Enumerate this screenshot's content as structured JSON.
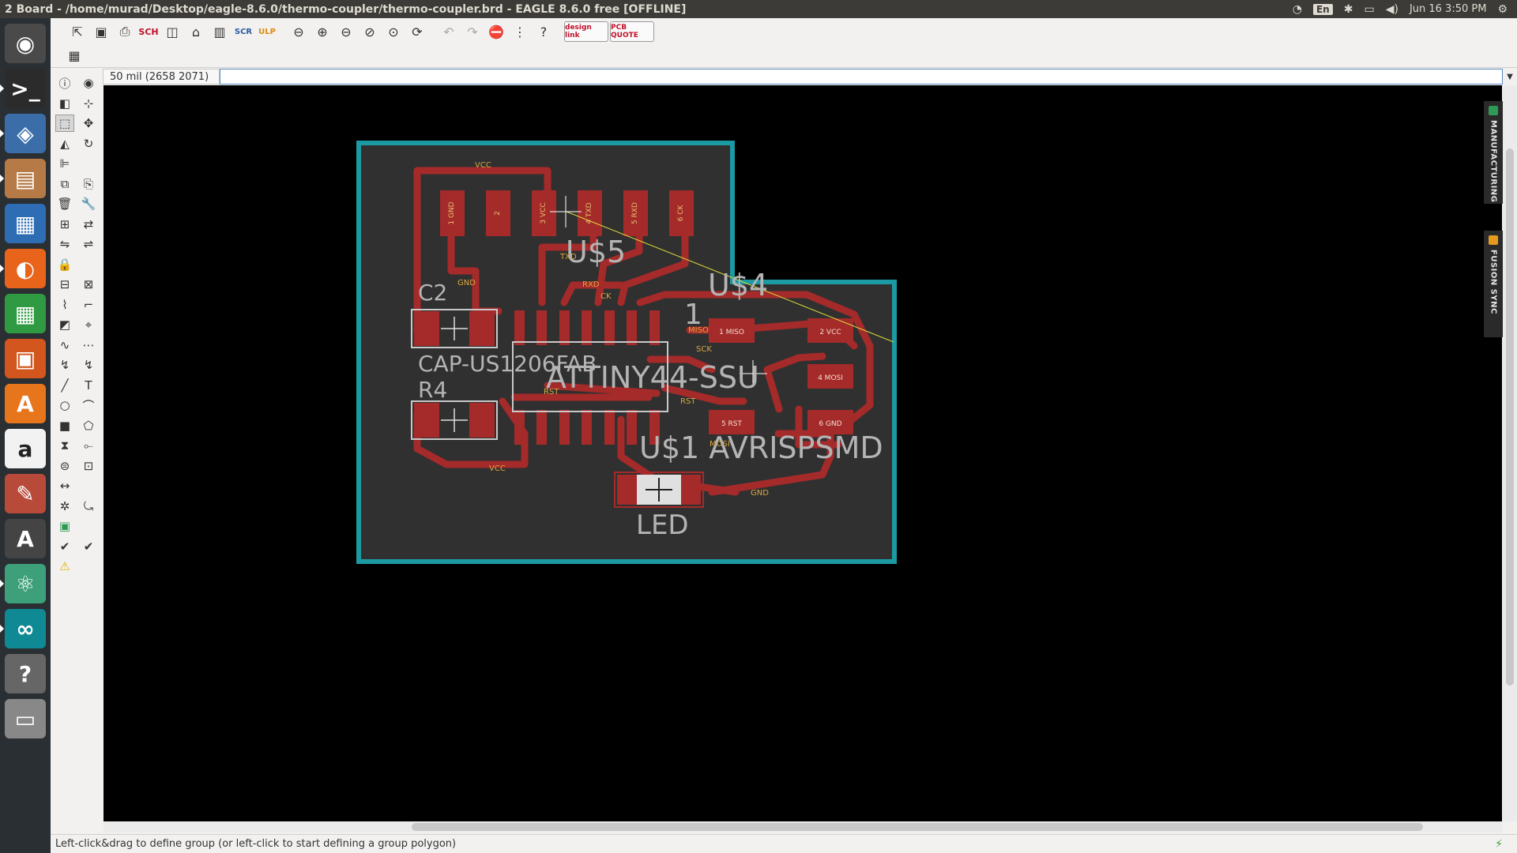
{
  "window": {
    "title": "2 Board - /home/murad/Desktop/eagle-8.6.0/thermo-coupler/thermo-coupler.brd - EAGLE 8.6.0 free [OFFLINE]"
  },
  "tray": {
    "wifi_icon": "wifi-icon",
    "lang": "En",
    "bluetooth_icon": "bluetooth-icon",
    "battery_icon": "battery-icon",
    "volume_icon": "volume-icon",
    "clock": "Jun 16  3:50 PM",
    "gear_icon": "gear-icon"
  },
  "launcher": [
    {
      "name": "ubuntu-dash",
      "glyph": "◉",
      "bg": "#4a4a4a"
    },
    {
      "name": "terminal",
      "glyph": ">_",
      "bg": "#2b2b2b"
    },
    {
      "name": "cad-app",
      "glyph": "◈",
      "bg": "#3b6ea8"
    },
    {
      "name": "files",
      "glyph": "▤",
      "bg": "#b57a45"
    },
    {
      "name": "writer",
      "glyph": "▦",
      "bg": "#2e6db4"
    },
    {
      "name": "firefox",
      "glyph": "◐",
      "bg": "#e8641b"
    },
    {
      "name": "calc",
      "glyph": "▦",
      "bg": "#2f9a42"
    },
    {
      "name": "impress",
      "glyph": "▣",
      "bg": "#d2561d"
    },
    {
      "name": "software-center",
      "glyph": "A",
      "bg": "#e7751c"
    },
    {
      "name": "amazon",
      "glyph": "a",
      "bg": "#f2f2f2"
    },
    {
      "name": "settings",
      "glyph": "✎",
      "bg": "#b84a3a"
    },
    {
      "name": "updater",
      "glyph": "A",
      "bg": "#444"
    },
    {
      "name": "atom",
      "glyph": "⚛",
      "bg": "#3da07a"
    },
    {
      "name": "arduino",
      "glyph": "∞",
      "bg": "#0f8a95"
    },
    {
      "name": "help",
      "glyph": "?",
      "bg": "#666"
    },
    {
      "name": "drive",
      "glyph": "▭",
      "bg": "#888"
    }
  ],
  "toolbar1": [
    "open",
    "save",
    "print",
    "sch",
    "cam",
    "brd",
    "lib",
    "scr",
    "ulp",
    "zoom-fit",
    "zoom-in",
    "zoom-out",
    "zoom-select",
    "zoom-redraw",
    "redo-view",
    "undo",
    "redo",
    "stop",
    "go",
    "help"
  ],
  "toolbar1_buttons": {
    "design_link": "design link",
    "pcb_quote": "PCB QUOTE"
  },
  "coord": "50 mil (2658 2071)",
  "command_value": "",
  "sidepanels": {
    "manufacturing": "MANUFACTURING",
    "fusion_sync": "FUSION SYNC"
  },
  "status": {
    "message": "Left-click&drag to define group (or left-click to start defining a group polygon)"
  },
  "board": {
    "labels": {
      "u5": "U$5",
      "u4": "U$4",
      "c2": "C2",
      "r4": "R4",
      "cap": "CAP-US1206FAB",
      "attiny": "ATTINY44-SSU",
      "u1": "U$1 AVRISPSMD",
      "led": "LED",
      "one": "1"
    },
    "ftdi_pins": [
      {
        "n": "1",
        "s": "GND"
      },
      {
        "n": "2",
        "s": ""
      },
      {
        "n": "3",
        "s": "VCC"
      },
      {
        "n": "4",
        "s": "TXD"
      },
      {
        "n": "5",
        "s": "RXD"
      },
      {
        "n": "6",
        "s": "CK"
      }
    ],
    "isp_pads": [
      {
        "n": "1",
        "s": "MISO"
      },
      {
        "n": "2",
        "s": "VCC"
      },
      {
        "n": "4",
        "s": "MOSI"
      },
      {
        "n": "5",
        "s": "RST"
      },
      {
        "n": "6",
        "s": "GND"
      }
    ],
    "nets": [
      "VCC",
      "GND",
      "TXD",
      "RXD",
      "CK",
      "SCK",
      "MISO",
      "MOSI",
      "RST",
      "VCC",
      "GND",
      "RST"
    ]
  }
}
